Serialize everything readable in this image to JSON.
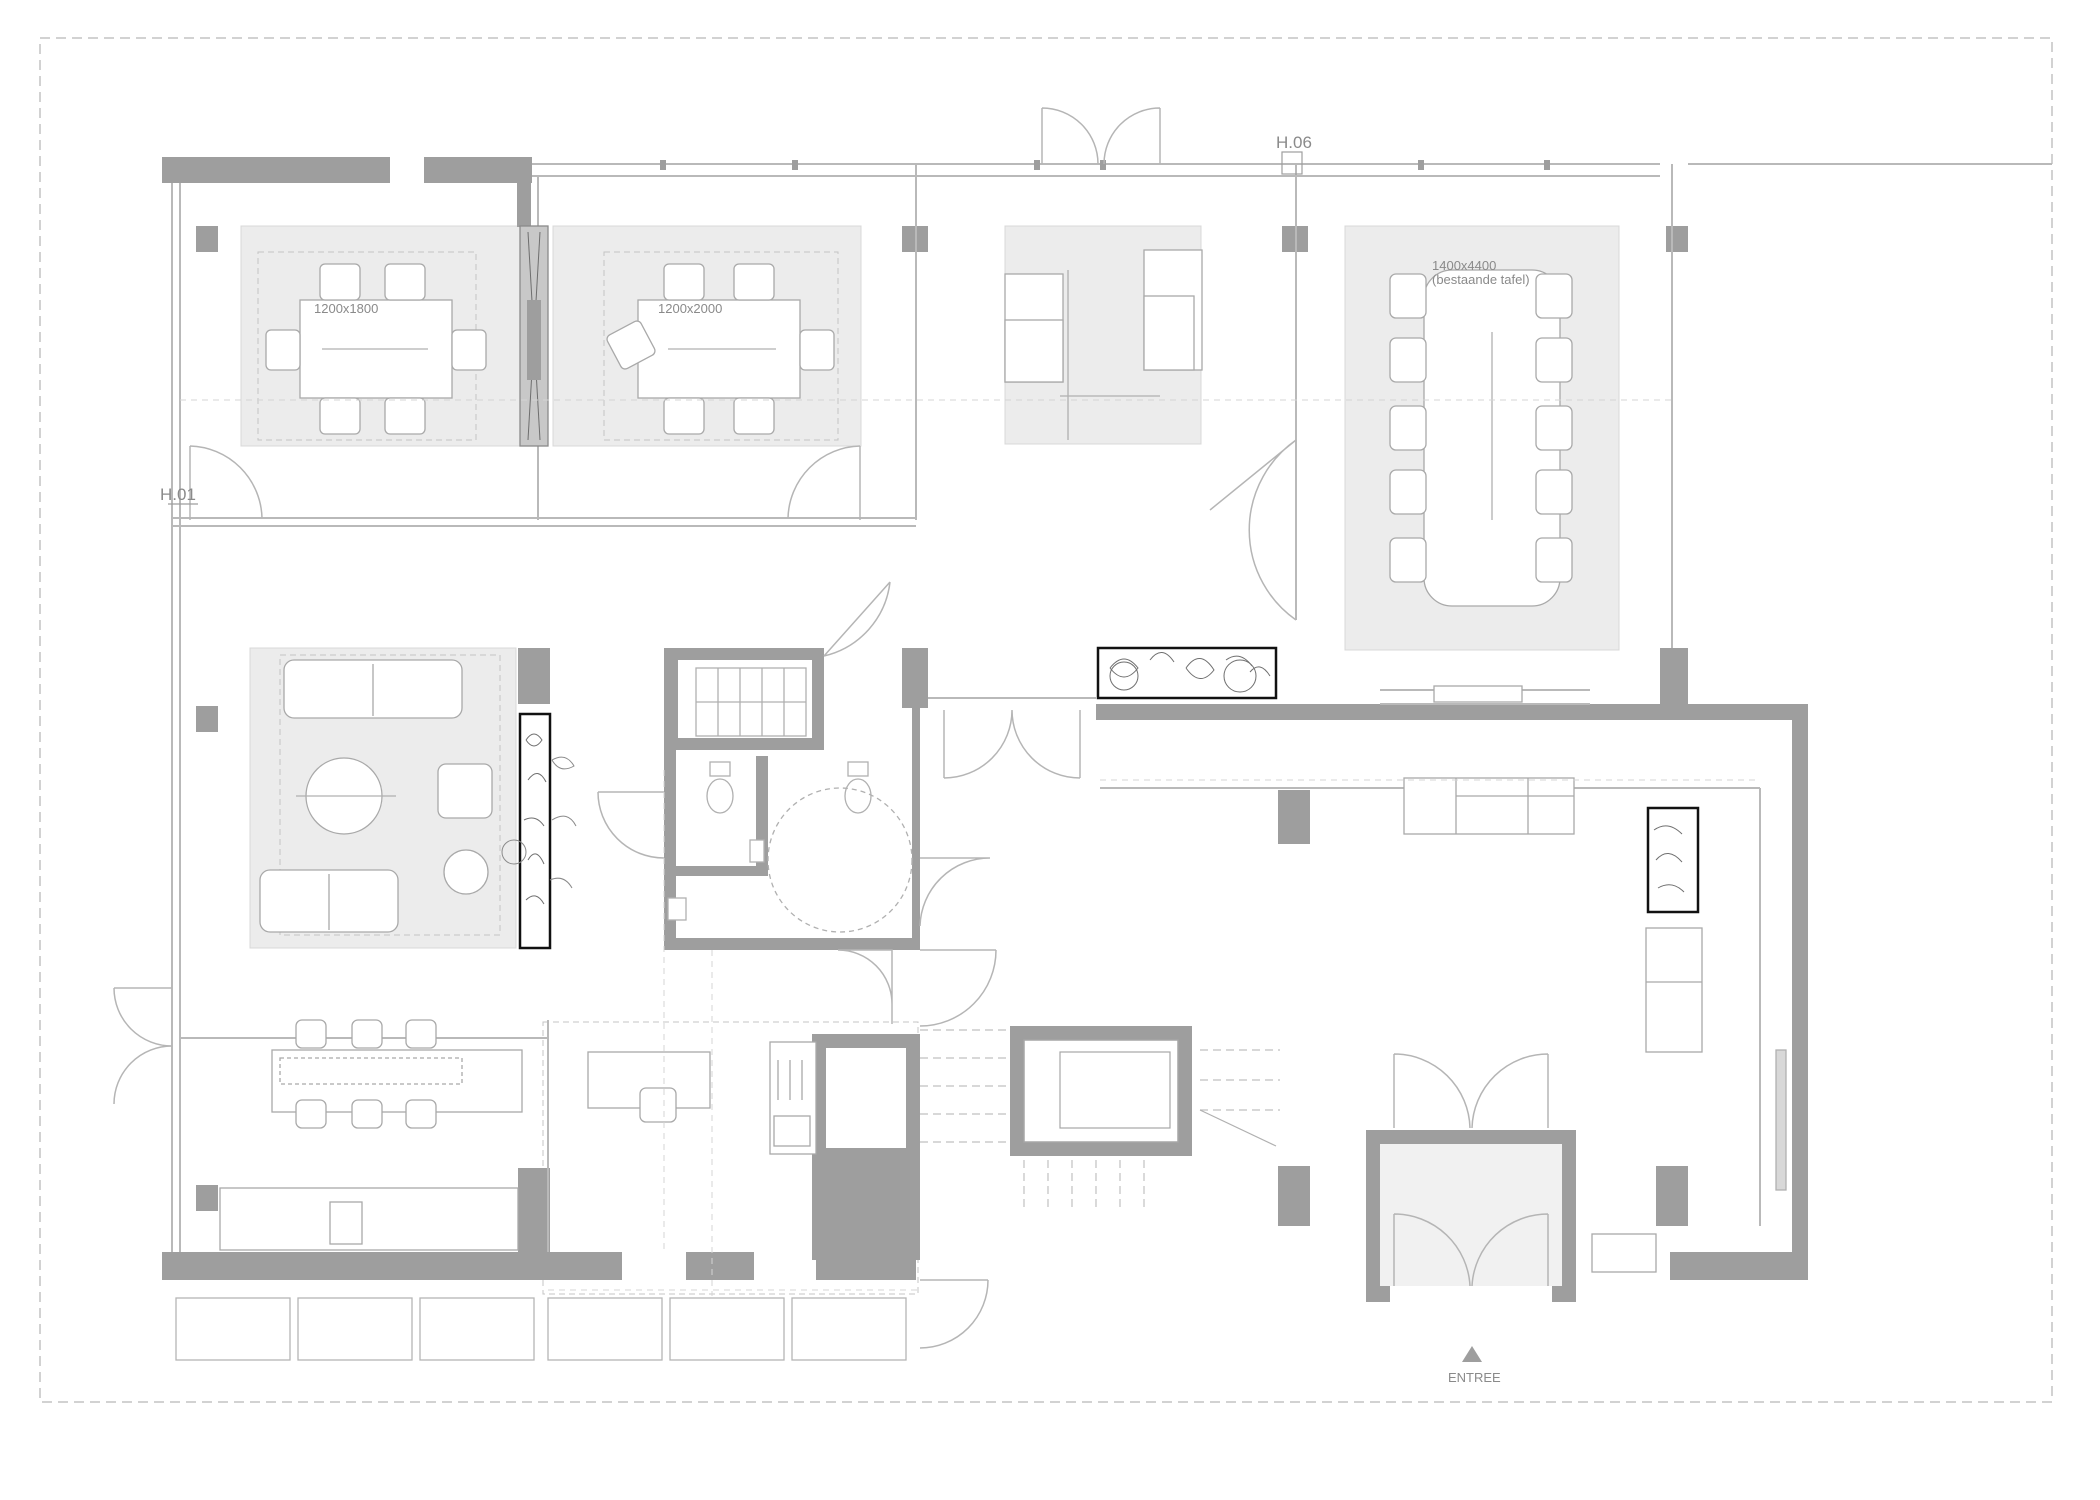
{
  "plan": {
    "markers": {
      "h01": "H.01",
      "h06": "H.06"
    },
    "tables": {
      "t1": "1200x1800",
      "t2": "1200x2000",
      "t3_size": "1400x4400",
      "t3_note": "(bestaande tafel)"
    },
    "entrance": "ENTREE"
  },
  "colors": {
    "wall": "#9e9e9e",
    "zone": "#ececec",
    "line": "#b9b9b9",
    "dashed": "#c4c4c4",
    "planter_outline": "#111111"
  }
}
